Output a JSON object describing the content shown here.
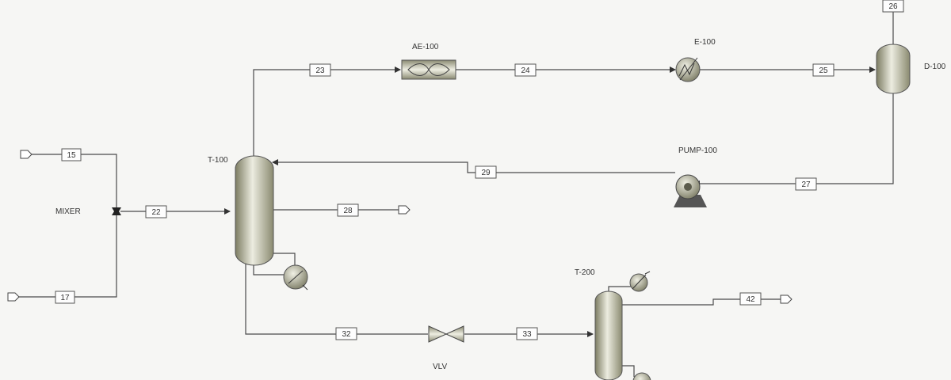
{
  "units": {
    "mixer": "MIXER",
    "column1": "T-100",
    "air_cooler": "AE-100",
    "exchanger": "E-100",
    "drum": "D-100",
    "pump": "PUMP-100",
    "valve": "VLV",
    "column2": "T-200"
  },
  "streams": [
    "15",
    "17",
    "22",
    "23",
    "24",
    "25",
    "26",
    "27",
    "28",
    "29",
    "32",
    "33",
    "42"
  ],
  "colors": {
    "pipe": "#4a4a4a",
    "equipment_gradient": [
      "#7c7c62",
      "#e9e9d7",
      "#8a8a70"
    ],
    "stream_box_border": "#555555"
  }
}
